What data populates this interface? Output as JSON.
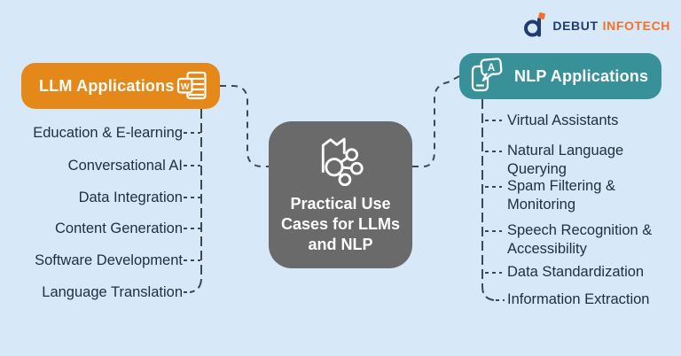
{
  "logo": {
    "brand_primary": "DEBUT",
    "brand_secondary": "INFOTECH",
    "primary_color": "#1E3C6F",
    "secondary_color": "#F3702B",
    "icon": "debut-d-icon"
  },
  "center": {
    "title_lines": [
      "Practical Use",
      "Cases for LLMs",
      "and NLP"
    ],
    "icon": "book-network-icon",
    "background_color": "#6A6A6A",
    "text_color": "#FFFFFF"
  },
  "llm_branch": {
    "title": "LLM Applications",
    "icon": "word-document-icon",
    "accent_color": "#E5881A",
    "items": [
      "Education & E-learning",
      "Conversational AI",
      "Data Integration",
      "Content Generation",
      "Software Development",
      "Language Translation"
    ]
  },
  "nlp_branch": {
    "title": "NLP Applications",
    "icon": "chat-translate-icon",
    "accent_color": "#389199",
    "items": [
      "Virtual Assistants",
      "Natural Language Querying",
      "Spam Filtering & Monitoring",
      "Speech Recognition & Accessibility",
      "Data Standardization",
      "Information Extraction"
    ]
  },
  "style": {
    "background_color": "#D7E8F8",
    "connector_color": "#3E4850",
    "item_text_color": "#22303E"
  }
}
